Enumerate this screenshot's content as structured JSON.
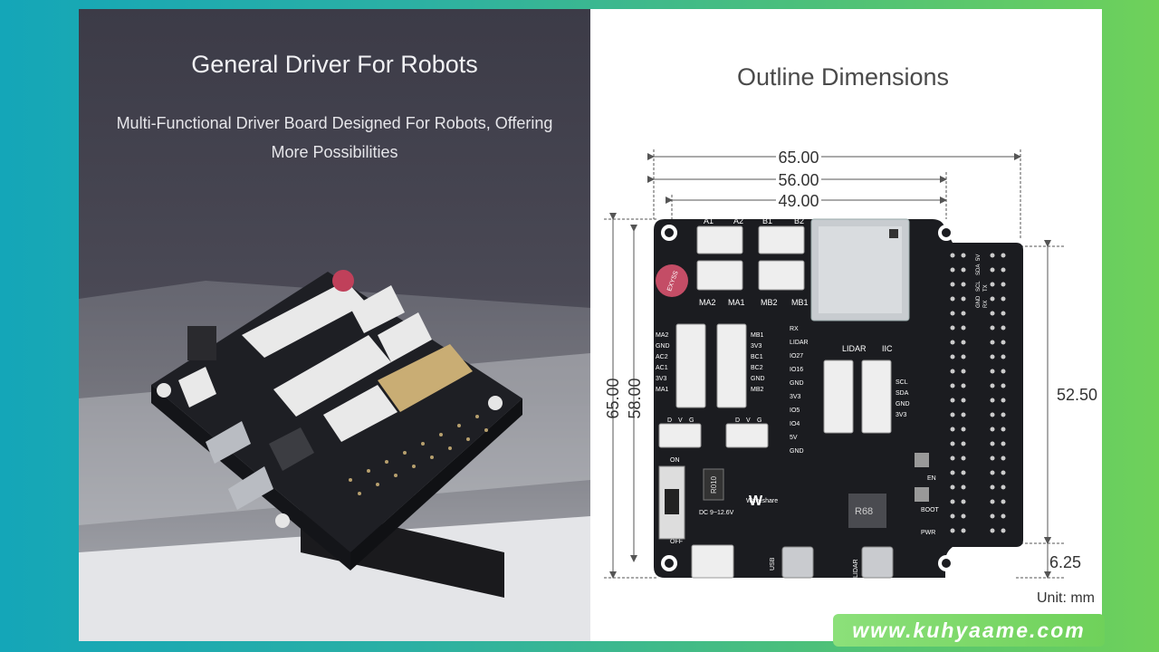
{
  "left": {
    "title": "General Driver For Robots",
    "subtitle_line1": "Multi-Functional Driver Board Designed For Robots, Offering",
    "subtitle_line2": "More Possibilities"
  },
  "right": {
    "title": "Outline Dimensions",
    "unit": "Unit: mm",
    "dims": {
      "w65": "65.00",
      "w56": "56.00",
      "w49": "49.00",
      "h65": "65.00",
      "h58": "58.00",
      "h5250": "52.50",
      "h625": "6.25"
    },
    "board": {
      "top_labels": [
        "A1",
        "A2",
        "B1",
        "B2"
      ],
      "mid_labels": [
        "MA2",
        "MA1",
        "MB2",
        "MB1"
      ],
      "left_pins": [
        "MA2",
        "GND",
        "AC2",
        "AC1",
        "3V3",
        "MA1"
      ],
      "right_pins": [
        "MB1",
        "3V3",
        "BC1",
        "BC2",
        "GND",
        "MB2"
      ],
      "io_pins": [
        "RX",
        "LIDAR",
        "IO27",
        "IO16",
        "GND",
        "3V3",
        "IO5",
        "IO4",
        "5V",
        "GND"
      ],
      "lidar_label": "LIDAR",
      "iic_label": "IIC",
      "iic_pins": [
        "SCL",
        "SDA",
        "GND",
        "3V3"
      ],
      "header_labels": [
        "GND",
        "SCL",
        "SDA",
        "5V",
        "RX",
        "TX"
      ],
      "dvg": [
        "D",
        "V",
        "G"
      ],
      "on_label": "ON",
      "off_label": "OFF",
      "dc_label": "DC 9~12.6V",
      "brand": "Waveshare",
      "en_label": "EN",
      "boot_label": "BOOT",
      "pwr_label": "PWR",
      "usb_label": "USB",
      "lidar_port": "LIDAR",
      "inductor": "R68",
      "resistor": "R010",
      "cap_text": "EXYSS"
    }
  },
  "watermark": "www.kuhyaame.com",
  "colors": {
    "board": "#1b1c20",
    "connector": "#eeeeee",
    "bg_left": "#45444f",
    "accent": "#6fd15a"
  }
}
